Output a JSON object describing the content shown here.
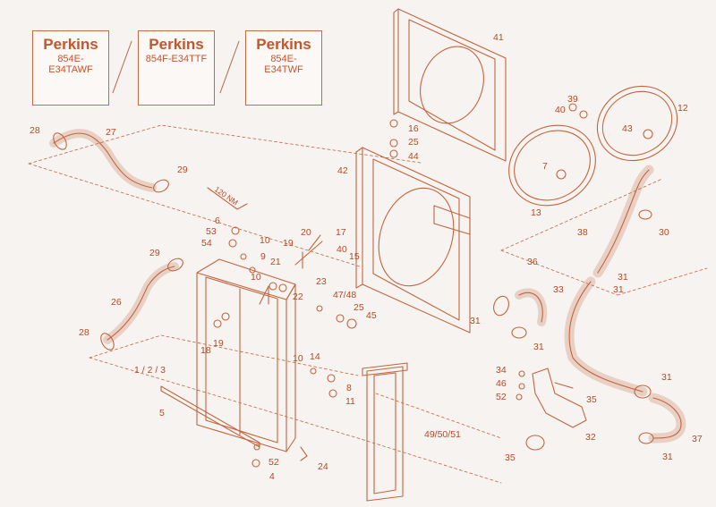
{
  "variants": [
    {
      "brand": "Perkins",
      "model_lines": [
        "854E-",
        "E34TAWF"
      ]
    },
    {
      "brand": "Perkins",
      "model_lines": [
        "854F-E34TTF"
      ]
    },
    {
      "brand": "Perkins",
      "model_lines": [
        "854E-",
        "E34TWF"
      ]
    }
  ],
  "torque_label": "120 NM",
  "callouts": [
    {
      "id": "c41",
      "text": "41"
    },
    {
      "id": "c39",
      "text": "39"
    },
    {
      "id": "c40a",
      "text": "40"
    },
    {
      "id": "c12",
      "text": "12"
    },
    {
      "id": "c43",
      "text": "43"
    },
    {
      "id": "c16",
      "text": "16"
    },
    {
      "id": "c25a",
      "text": "25"
    },
    {
      "id": "c44",
      "text": "44"
    },
    {
      "id": "c7",
      "text": "7"
    },
    {
      "id": "c28a",
      "text": "28"
    },
    {
      "id": "c27",
      "text": "27"
    },
    {
      "id": "c29a",
      "text": "29"
    },
    {
      "id": "c42",
      "text": "42"
    },
    {
      "id": "c13",
      "text": "13"
    },
    {
      "id": "c6",
      "text": "6"
    },
    {
      "id": "c53",
      "text": "53"
    },
    {
      "id": "c54",
      "text": "54"
    },
    {
      "id": "c10a",
      "text": "10"
    },
    {
      "id": "c19a",
      "text": "19"
    },
    {
      "id": "c20",
      "text": "20"
    },
    {
      "id": "c17",
      "text": "17"
    },
    {
      "id": "c40b",
      "text": "40"
    },
    {
      "id": "c15",
      "text": "15"
    },
    {
      "id": "c9",
      "text": "9"
    },
    {
      "id": "c21",
      "text": "21"
    },
    {
      "id": "c10b",
      "text": "10"
    },
    {
      "id": "c23",
      "text": "23"
    },
    {
      "id": "c22",
      "text": "22"
    },
    {
      "id": "c38",
      "text": "38"
    },
    {
      "id": "c30",
      "text": "30"
    },
    {
      "id": "c29b",
      "text": "29"
    },
    {
      "id": "c26",
      "text": "26"
    },
    {
      "id": "c36",
      "text": "36"
    },
    {
      "id": "c33",
      "text": "33"
    },
    {
      "id": "c31a",
      "text": "31"
    },
    {
      "id": "c4748",
      "text": "47/48"
    },
    {
      "id": "c25b",
      "text": "25"
    },
    {
      "id": "c45",
      "text": "45"
    },
    {
      "id": "c31b",
      "text": "31"
    },
    {
      "id": "c28b",
      "text": "28"
    },
    {
      "id": "c18",
      "text": "18"
    },
    {
      "id": "c19b",
      "text": "19"
    },
    {
      "id": "c31c",
      "text": "31"
    },
    {
      "id": "c123",
      "text": "1 / 2 / 3"
    },
    {
      "id": "c10c",
      "text": "10"
    },
    {
      "id": "c14",
      "text": "14"
    },
    {
      "id": "c34",
      "text": "34"
    },
    {
      "id": "c46",
      "text": "46"
    },
    {
      "id": "c8",
      "text": "8"
    },
    {
      "id": "c52a",
      "text": "52"
    },
    {
      "id": "c35a",
      "text": "35"
    },
    {
      "id": "c31d",
      "text": "31"
    },
    {
      "id": "c11",
      "text": "11"
    },
    {
      "id": "c5",
      "text": "5"
    },
    {
      "id": "c495051",
      "text": "49/50/51"
    },
    {
      "id": "c32",
      "text": "32"
    },
    {
      "id": "c37",
      "text": "37"
    },
    {
      "id": "c35b",
      "text": "35"
    },
    {
      "id": "c31e",
      "text": "31"
    },
    {
      "id": "c52b",
      "text": "52"
    },
    {
      "id": "c24",
      "text": "24"
    },
    {
      "id": "c4",
      "text": "4"
    },
    {
      "id": "c31f",
      "text": "31"
    }
  ]
}
